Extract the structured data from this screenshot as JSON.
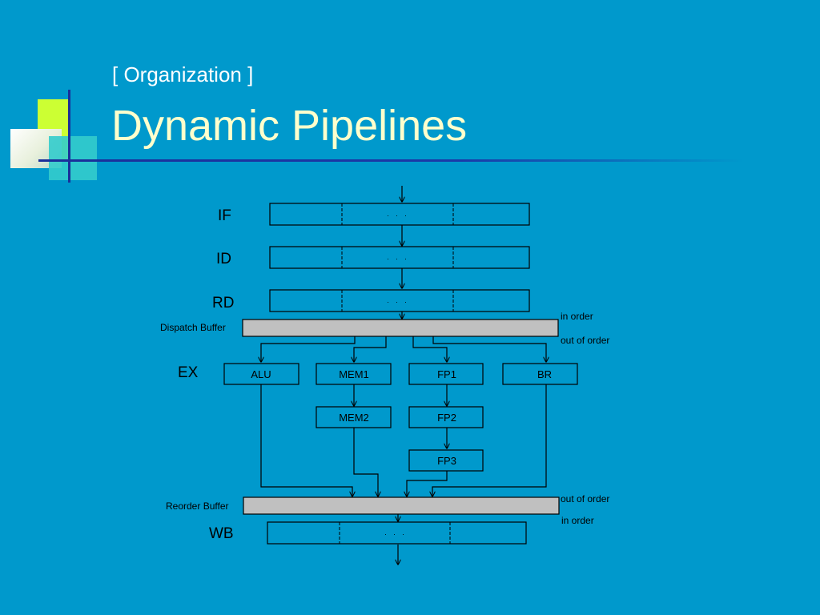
{
  "slide": {
    "subtitle": "[ Organization ]",
    "title": "Dynamic Pipelines"
  },
  "colors": {
    "background": "#0099cc",
    "title": "#ffffcc",
    "subtitle": "#ffffff",
    "buffer_fill": "#c0c0c0",
    "decor_yellow": "#ccff33",
    "decor_teal": "#33cccc",
    "decor_line": "#1a2e99"
  },
  "diagram": {
    "stages": {
      "if": "IF",
      "id": "ID",
      "rd": "RD",
      "ex": "EX",
      "wb": "WB"
    },
    "ellipsis": ". . .",
    "dispatch_buffer": "Dispatch Buffer",
    "reorder_buffer": "Reorder Buffer",
    "units": {
      "alu": "ALU",
      "mem1": "MEM1",
      "mem2": "MEM2",
      "fp1": "FP1",
      "fp2": "FP2",
      "fp3": "FP3",
      "br": "BR"
    },
    "notes": {
      "dispatch_top": "in order",
      "dispatch_bottom": "out of order",
      "reorder_top": "out of order",
      "reorder_bottom": "in order"
    }
  }
}
